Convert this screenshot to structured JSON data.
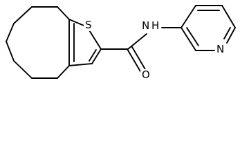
{
  "atoms": {
    "sulfur": "S",
    "amide_nitrogen": "N",
    "amide_hydrogen": "H",
    "carbonyl_oxygen": "O",
    "pyridine_nitrogen": "N"
  },
  "colors": {
    "bond": "#000000",
    "label": "#000000",
    "background": "#ffffff"
  }
}
